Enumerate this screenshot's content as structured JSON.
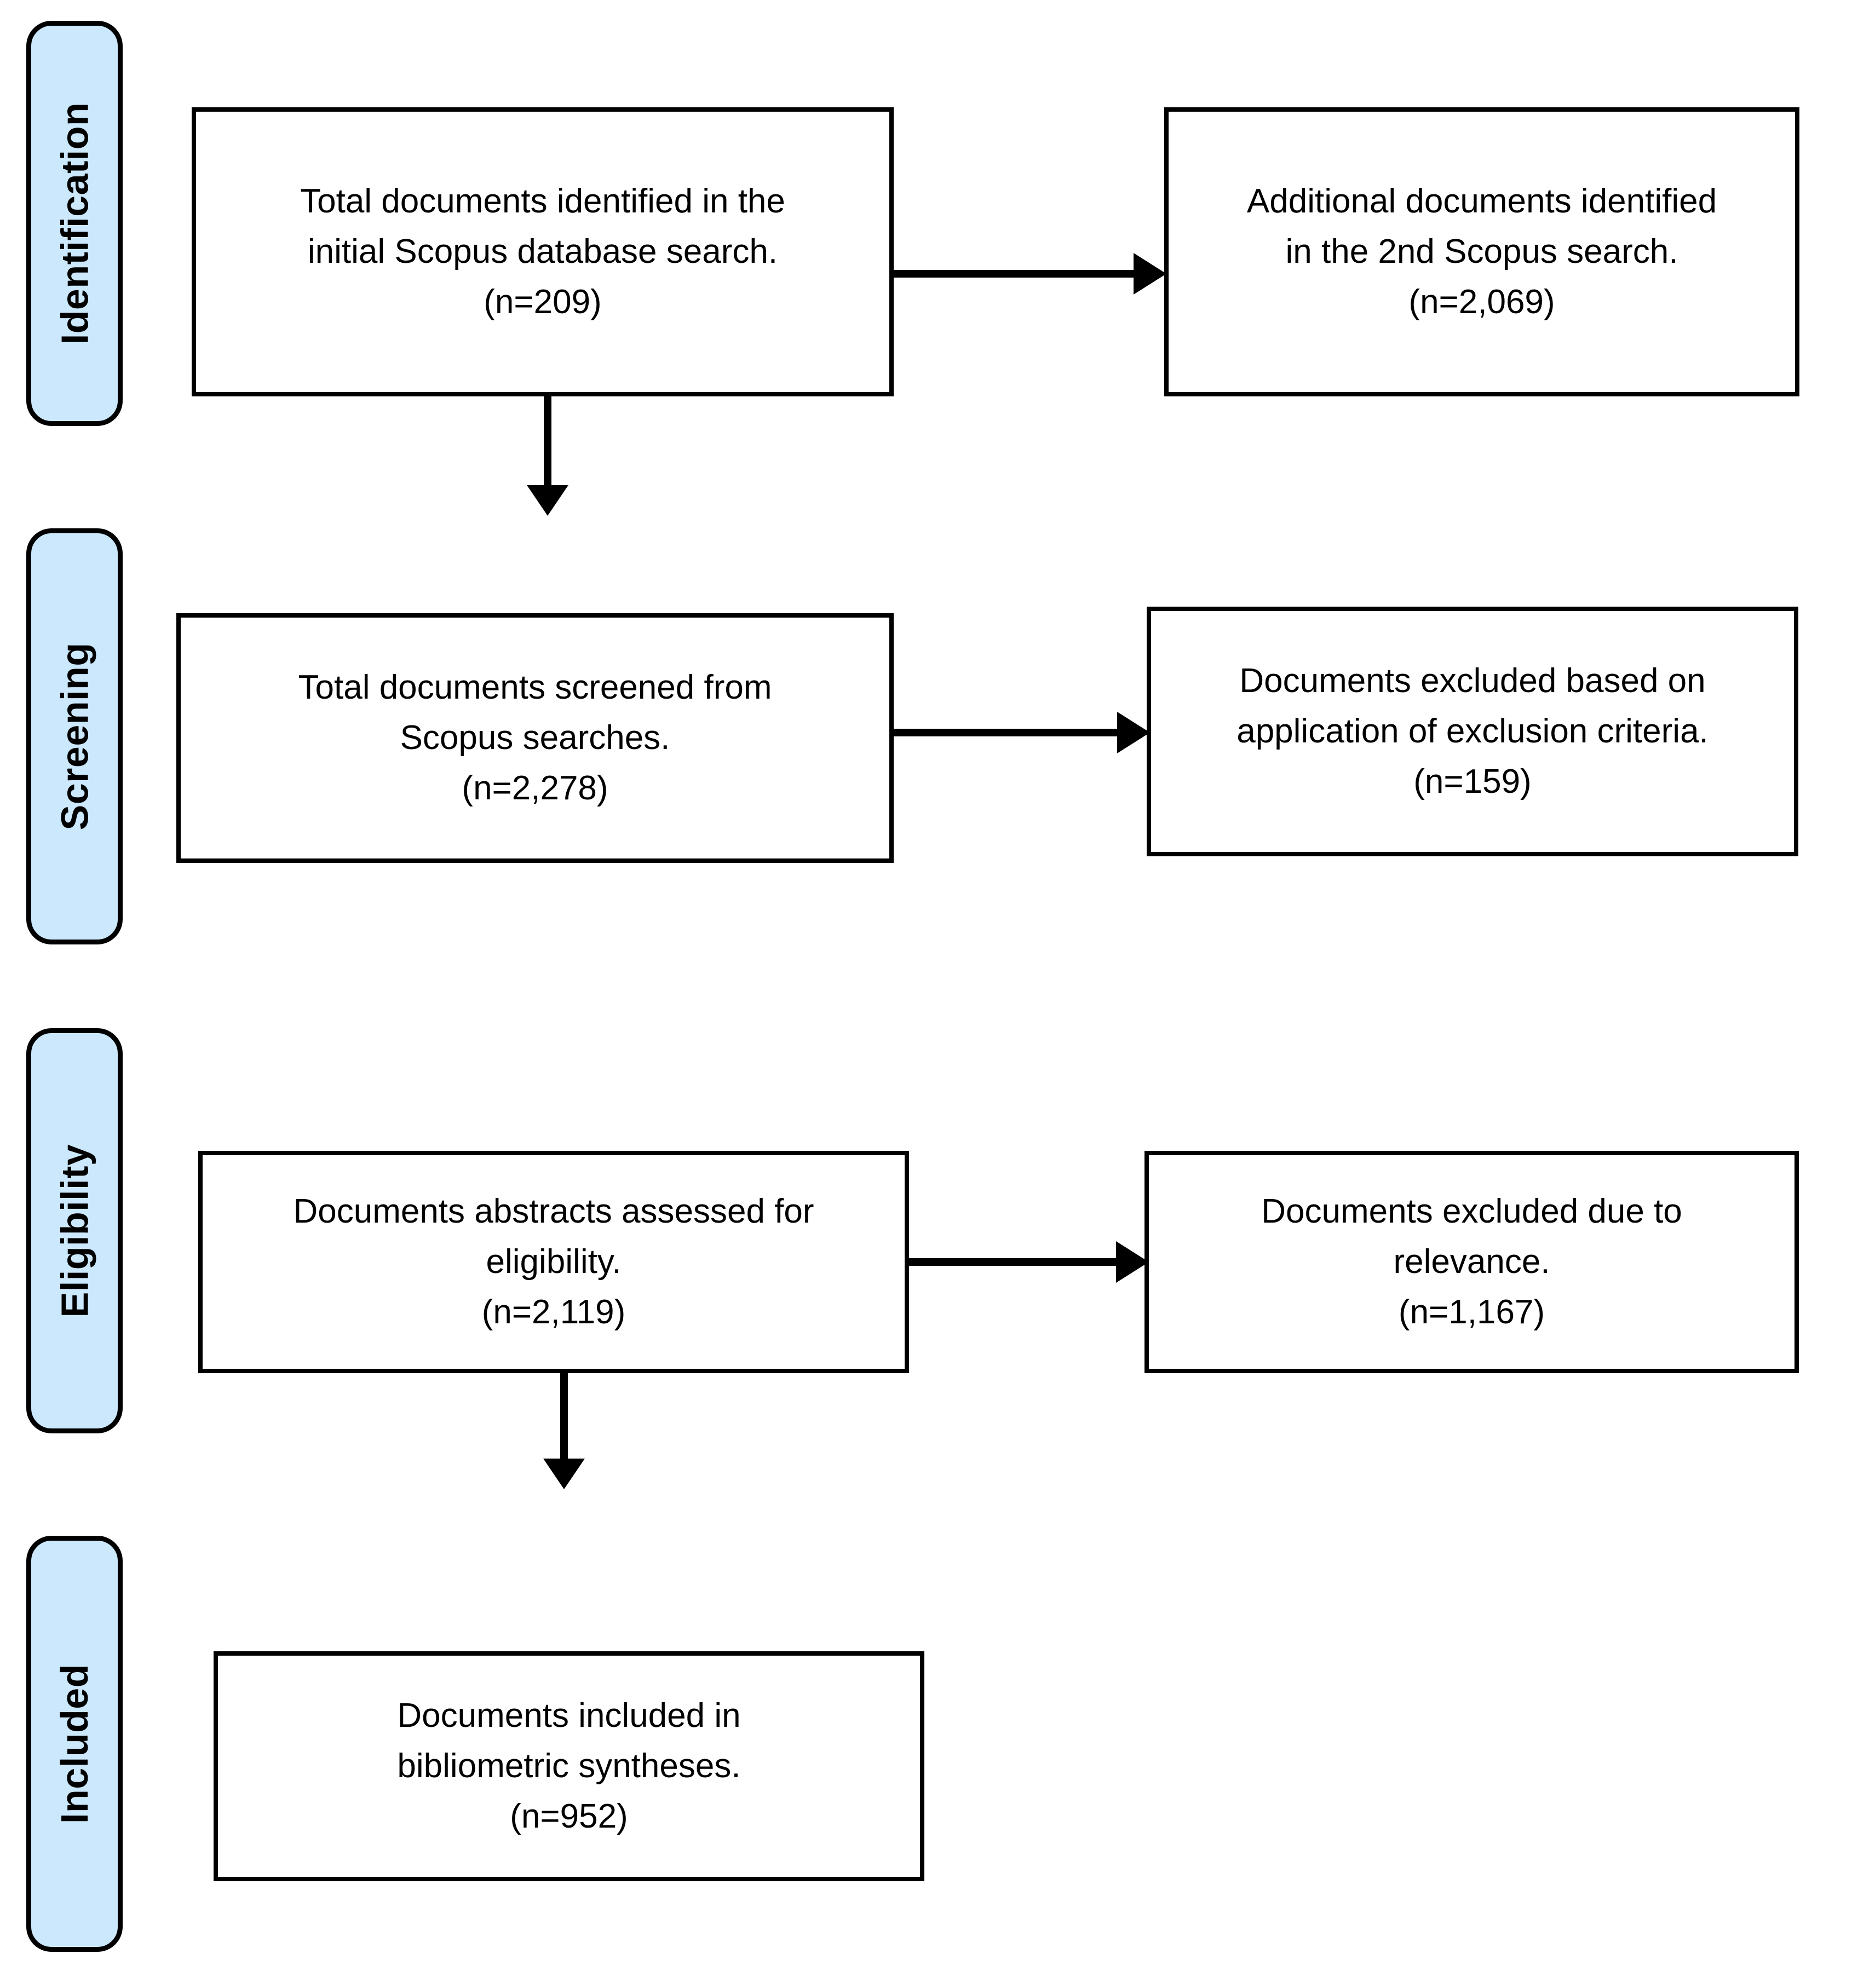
{
  "diagram": {
    "type": "prisma-flow-diagram",
    "colors": {
      "stage_fill": "#cbe8fc",
      "stroke": "#000000",
      "box_fill": "#ffffff"
    },
    "stages": [
      {
        "id": "identification",
        "label": "Identification"
      },
      {
        "id": "screening",
        "label": "Screening"
      },
      {
        "id": "eligibility",
        "label": "Eligibility"
      },
      {
        "id": "included",
        "label": "Included"
      }
    ],
    "boxes": {
      "identification_main": {
        "line1": "Total documents identified in the",
        "line2": "initial Scopus database search.",
        "count": "(n=209)",
        "text": "Total documents identified in the\ninitial Scopus database search.\n(n=209)"
      },
      "identification_additional": {
        "line1": "Additional documents identified",
        "line2": "in the 2nd Scopus search.",
        "count": "(n=2,069)",
        "text": "Additional documents identified\nin the 2nd Scopus search.\n(n=2,069)"
      },
      "screening_main": {
        "line1": "Total documents screened from",
        "line2": "Scopus searches.",
        "count": "(n=2,278)",
        "text": "Total documents screened from\nScopus searches.\n(n=2,278)"
      },
      "screening_excluded": {
        "line1": "Documents excluded based on",
        "line2": "application of exclusion criteria.",
        "count": "(n=159)",
        "text": "Documents excluded based on\napplication of exclusion criteria.\n(n=159)"
      },
      "eligibility_main": {
        "line1": "Documents abstracts assessed for",
        "line2": "eligibility.",
        "count": "(n=2,119)",
        "text": "Documents abstracts assessed for\neligibility.\n(n=2,119)"
      },
      "eligibility_excluded": {
        "line1": "Documents excluded due to",
        "line2": "relevance.",
        "count": "(n=1,167)",
        "text": "Documents excluded due to\nrelevance.\n(n=1,167)"
      },
      "included_main": {
        "line1": "Documents included in",
        "line2": "bibliometric syntheses.",
        "count": "(n=952)",
        "text": "Documents included in\nbibliometric syntheses.\n(n=952)"
      }
    },
    "connectors": [
      {
        "id": "identification-to-additional",
        "direction": "right"
      },
      {
        "id": "identification-to-screening",
        "direction": "down"
      },
      {
        "id": "screening-to-excluded",
        "direction": "right"
      },
      {
        "id": "eligibility-to-excluded",
        "direction": "right"
      },
      {
        "id": "eligibility-to-included",
        "direction": "down"
      }
    ]
  }
}
